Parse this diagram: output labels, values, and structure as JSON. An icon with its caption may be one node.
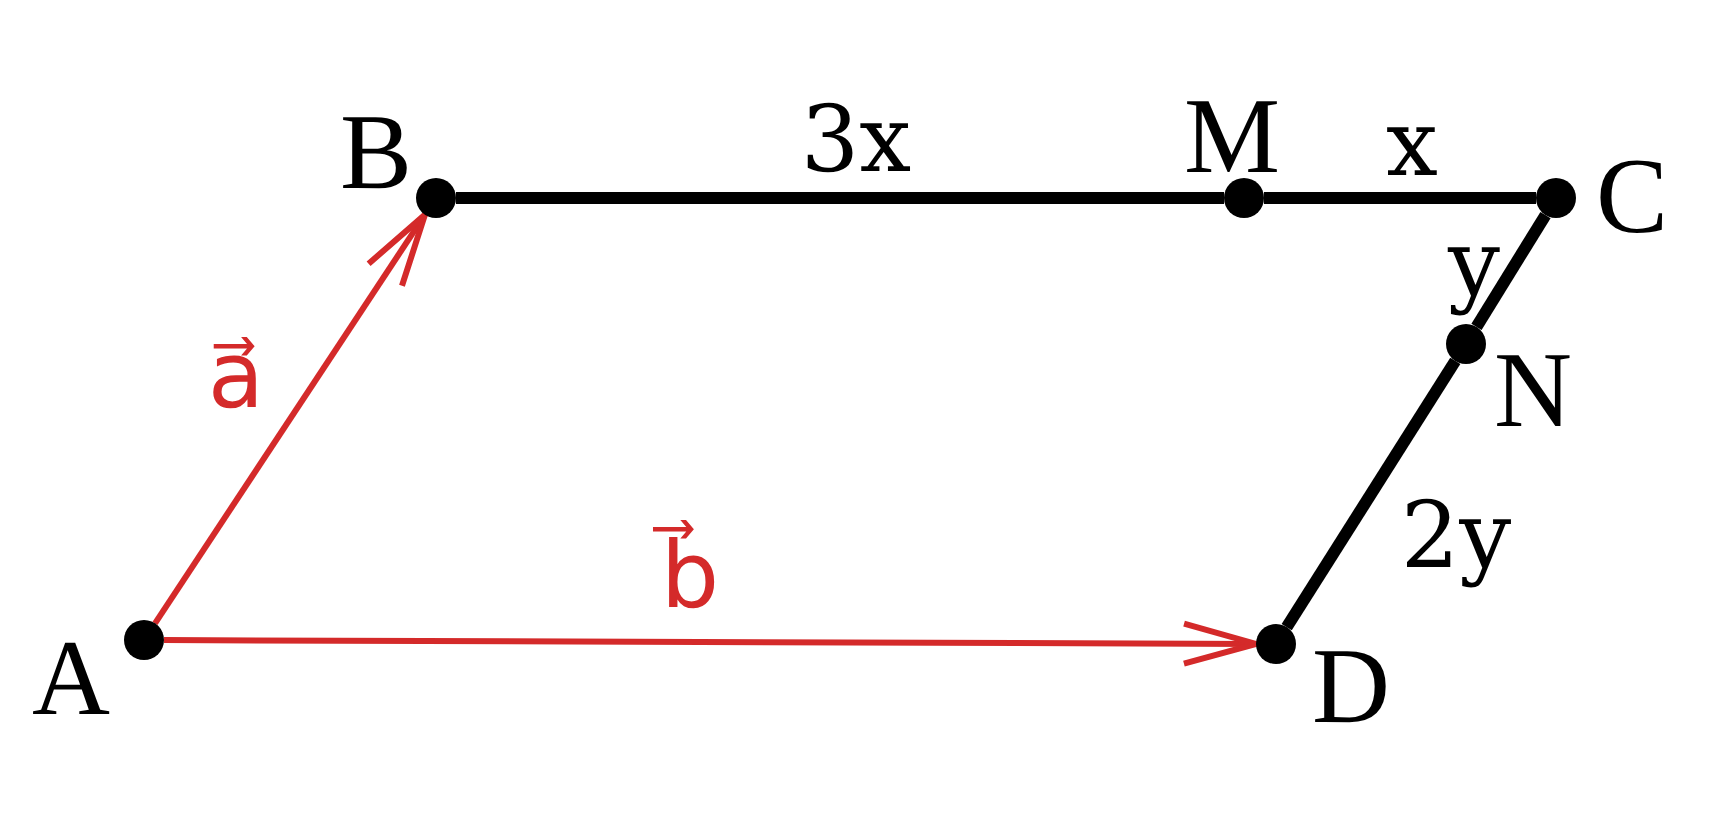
{
  "diagram": {
    "nodes": [
      {
        "text": [],
        "shape": "circle",
        "beside": [
          "B"
        ]
      },
      {
        "text": [],
        "shape": "circle",
        "beside": [
          "M"
        ]
      },
      {
        "text": [],
        "shape": "circle",
        "beside": [
          "C"
        ]
      },
      {
        "text": [],
        "shape": "circle",
        "beside": [
          "N"
        ]
      },
      {
        "text": [],
        "shape": "circle",
        "beside": [
          "A"
        ]
      },
      {
        "text": [],
        "shape": "circle",
        "beside": [
          "D"
        ]
      }
    ],
    "edges": [
      {
        "from": 4,
        "to": 0,
        "arrow": "to",
        "label": "a⃗",
        "color": "#d42a2a"
      },
      {
        "from": 0,
        "to": 1,
        "arrow": "none",
        "label": "3x"
      },
      {
        "from": 1,
        "to": 2,
        "arrow": "none",
        "label": "x"
      },
      {
        "from": 2,
        "to": 3,
        "arrow": "none",
        "label": "y"
      },
      {
        "from": 3,
        "to": 5,
        "arrow": "none",
        "label": "2y"
      },
      {
        "from": 4,
        "to": 5,
        "arrow": "to",
        "label": "b⃗",
        "color": "#d42a2a"
      }
    ]
  }
}
